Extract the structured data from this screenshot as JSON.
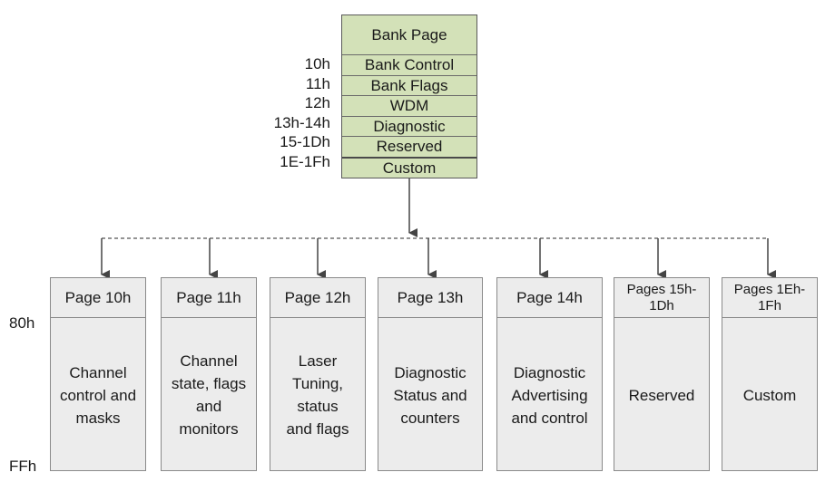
{
  "bank": {
    "title": "Bank Page",
    "rows": [
      {
        "offset": "10h",
        "label": "Bank Control"
      },
      {
        "offset": "11h",
        "label": "Bank Flags"
      },
      {
        "offset": "12h",
        "label": "WDM"
      },
      {
        "offset": "13h-14h",
        "label": "Diagnostic"
      },
      {
        "offset": "15-1Dh",
        "label": "Reserved"
      },
      {
        "offset": "1E-1Fh",
        "label": "Custom"
      }
    ]
  },
  "range": {
    "start": "80h",
    "end": "FFh"
  },
  "pages": [
    {
      "title": "Page 10h",
      "body": "Channel control and masks"
    },
    {
      "title": "Page 11h",
      "body": "Channel state, flags and monitors"
    },
    {
      "title": "Page 12h",
      "body": "Laser Tuning, status and flags"
    },
    {
      "title": "Page 13h",
      "body": "Diagnostic Status and counters"
    },
    {
      "title": "Page 14h",
      "body": "Diagnostic Advertising and control"
    },
    {
      "title": "Pages 15h-1Dh",
      "body": "Reserved"
    },
    {
      "title": "Pages 1Eh-1Fh",
      "body": "Custom"
    }
  ],
  "colors": {
    "bank_fill": "#d3e1b8",
    "page_fill": "#ececec",
    "line": "#444444"
  }
}
